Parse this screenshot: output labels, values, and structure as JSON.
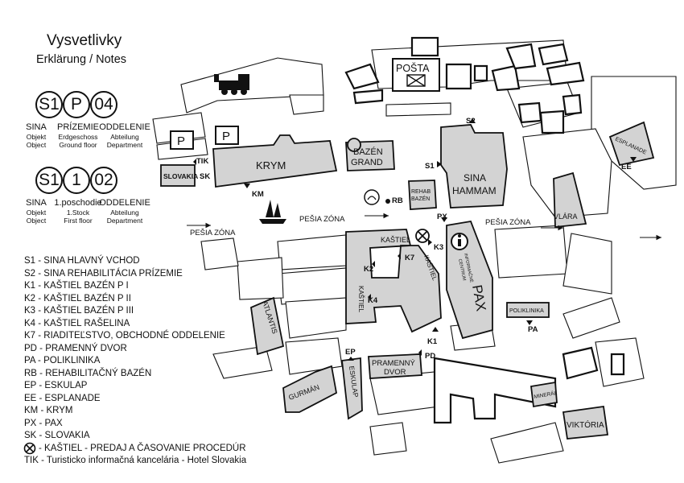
{
  "legend": {
    "title": "Vysvetlivky",
    "subtitle": "Erklärung / Notes",
    "key1": {
      "codes": [
        "S1",
        "P",
        "04"
      ],
      "cols": [
        {
          "label": "SINA",
          "sub1": "Objekt",
          "sub2": "Object"
        },
        {
          "label": "PRÍZEMIE",
          "sub1": "Erdgeschoss",
          "sub2": "Ground floor"
        },
        {
          "label": "ODDELENIE",
          "sub1": "Abteilung",
          "sub2": "Department"
        }
      ]
    },
    "key2": {
      "codes": [
        "S1",
        "1",
        "02"
      ],
      "cols": [
        {
          "label": "SINA",
          "sub1": "Objekt",
          "sub2": "Object"
        },
        {
          "label": "1.poschodie",
          "sub1": "1.Stock",
          "sub2": "First floor"
        },
        {
          "label": "ODDELENIE",
          "sub1": "Abteilung",
          "sub2": "Department"
        }
      ]
    },
    "items": [
      "S1 - SINA HLAVNÝ VCHOD",
      "S2 - SINA REHABILITÁCIA PRÍZEMIE",
      "K1 - KAŠTIEL BAZÉN P I",
      "K2 - KAŠTIEL BAZÉN P II",
      "K3 - KAŠTIEL BAZÉN P III",
      "K4 - KAŠTIEL RAŠELINA",
      "K7 - RIADITEĽSTVO, OBCHODNÉ ODDELENIE",
      "PD - PRAMENNÝ DVOR",
      "PA  - POLIKLINIKA",
      "RB - REHABILITAČNÝ BAZÉN",
      "EP - ESKULAP",
      "EE - ESPLANADE",
      "KM - KRYM",
      "PX - PAX",
      "SK - SLOVAKIA",
      "- KAŠTIEL - PREDAJ A ČASOVANIE PROCEDÚR",
      "TIK - Turisticko informačná kancelária - Hotel Slovakia"
    ]
  },
  "map": {
    "buildings": {
      "posta": "POŠTA",
      "krym": "KRYM",
      "bazen_grand_1": "BAZÉN",
      "bazen_grand_2": "GRAND",
      "sina_1": "SINA",
      "sina_2": "HAMMAM",
      "slovakia": "SLOVAKIA",
      "rehab_1": "REHAB",
      "rehab_2": "BAZÉN",
      "vlara": "VLÁRA",
      "esplanade": "ESPLANADE",
      "kastiel_top": "KAŠTIEL",
      "kastiel_side": "KAŠTIEL",
      "kastiel_right": "KAŠTIEL",
      "atlantis": "ATLANTIS",
      "pax": "PAX",
      "info_1": "INFORMAČNÉ",
      "info_2": "CENTRUM",
      "poliklinika": "POLIKLINIKA",
      "pramenny_1": "PRAMENNÝ",
      "pramenny_2": "DVOR",
      "eskulap": "ESKULAP",
      "gurman": "GURMÁN",
      "mineral": "MINERÁL",
      "viktoria": "VIKTÓRIA",
      "parking": "P"
    },
    "markers": {
      "S2": "S2",
      "S1": "S1",
      "TIK": "TIK",
      "SK": "SK",
      "KM": "KM",
      "RB": "RB",
      "PX": "PX",
      "K3": "K3",
      "K7": "K7",
      "K2": "K2",
      "K4": "K4",
      "K1": "K1",
      "PA": "PA",
      "EP": "EP",
      "PD": "PD",
      "EE": "EE"
    },
    "zones": {
      "left": "PEŠIA ZÓNA",
      "center": "PEŠIA ZÓNA",
      "right": "PEŠIA ZÓNA"
    }
  }
}
